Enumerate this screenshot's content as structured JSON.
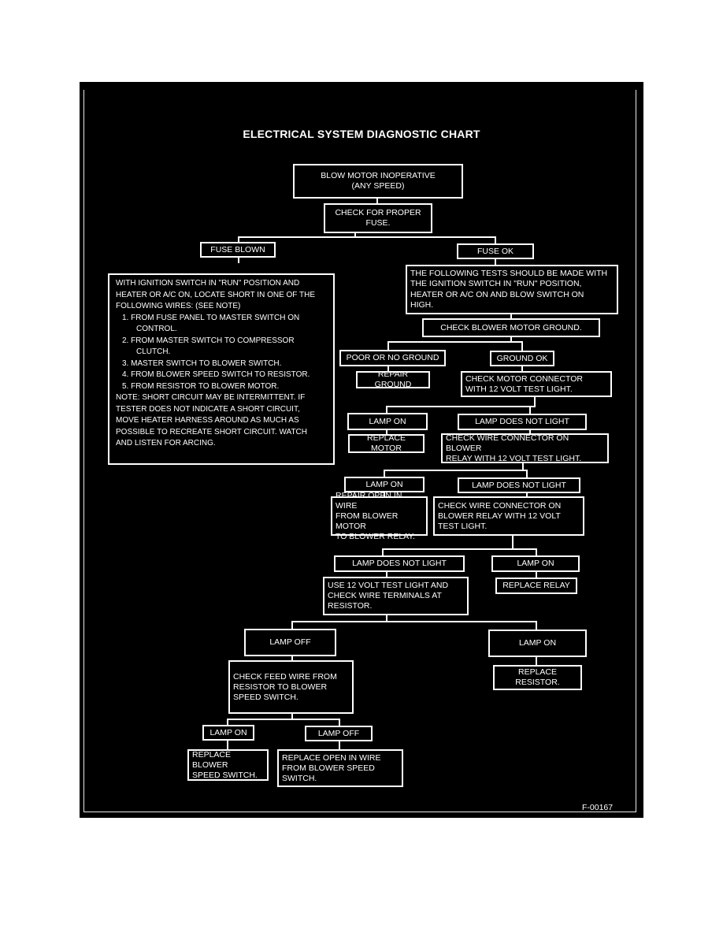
{
  "chart": {
    "title": "ELECTRICAL SYSTEM DIAGNOSTIC CHART",
    "figure_id": "F-00167"
  },
  "nodes": {
    "start": "BLOW MOTOR INOPERATIVE\n(ANY SPEED)",
    "check_fuse": "CHECK FOR PROPER\nFUSE.",
    "fuse_blown": "FUSE BLOWN",
    "fuse_ok": "FUSE OK",
    "short_circuit": {
      "intro": [
        "WITH IGNITION SWITCH IN \"RUN\" POSITION AND",
        "HEATER OR A/C ON, LOCATE SHORT IN ONE OF THE",
        "FOLLOWING WIRES: (SEE NOTE)"
      ],
      "items": [
        {
          "num": "1.",
          "text": "FROM FUSE PANEL TO MASTER SWITCH ON",
          "cont": "CONTROL."
        },
        {
          "num": "2.",
          "text": "FROM MASTER SWITCH TO COMPRESSOR",
          "cont": "CLUTCH."
        },
        {
          "num": "3.",
          "text": "MASTER SWITCH TO BLOWER SWITCH.",
          "cont": ""
        },
        {
          "num": "4.",
          "text": "FROM BLOWER SPEED SWITCH TO RESISTOR.",
          "cont": ""
        },
        {
          "num": "5.",
          "text": "FROM RESISTOR TO BLOWER MOTOR.",
          "cont": ""
        }
      ],
      "note": [
        "NOTE: SHORT CIRCUIT MAY BE INTERMITTENT. IF",
        "TESTER DOES NOT INDICATE A SHORT CIRCUIT,",
        "MOVE HEATER HARNESS AROUND AS MUCH AS",
        "POSSIBLE TO RECREATE SHORT CIRCUIT. WATCH",
        "AND LISTEN FOR ARCING."
      ]
    },
    "following_tests": "THE FOLLOWING TESTS SHOULD BE MADE WITH\nTHE IGNITION SWITCH IN \"RUN\" POSITION,\nHEATER OR A/C ON AND BLOW SWITCH ON\nHIGH.",
    "check_ground": "CHECK BLOWER MOTOR GROUND.",
    "poor_ground": "POOR OR NO GROUND",
    "ground_ok": "GROUND OK",
    "repair_ground": "REPAIR GROUND",
    "check_motor_connector": "CHECK MOTOR CONNECTOR\nWITH 12 VOLT TEST LIGHT.",
    "lamp_on_1": "LAMP ON",
    "lamp_not_light_1": "LAMP DOES NOT LIGHT",
    "replace_motor": "REPLACE MOTOR",
    "check_relay_connector": "CHECK WIRE CONNECTOR ON BLOWER\nRELAY WITH 12 VOLT TEST LIGHT.",
    "lamp_on_2": "LAMP ON",
    "lamp_not_light_2": "LAMP DOES NOT LIGHT",
    "repair_open_relay": "REPAIR OPEN IN WIRE\nFROM BLOWER MOTOR\nTO BLOWER RELAY.",
    "check_relay_connector_2": "CHECK WIRE CONNECTOR ON\nBLOWER RELAY WITH 12 VOLT\nTEST LIGHT.",
    "lamp_not_light_3": "LAMP DOES NOT LIGHT",
    "lamp_on_3": "LAMP ON",
    "use_test_light": "USE 12 VOLT TEST LIGHT AND\nCHECK WIRE TERMINALS AT\nRESISTOR.",
    "replace_relay": "REPLACE RELAY",
    "lamp_off_4": "LAMP OFF",
    "lamp_on_4": "LAMP ON",
    "check_feed_wire": "CHECK FEED WIRE FROM\nRESISTOR TO BLOWER\nSPEED SWITCH.",
    "replace_resistor": "REPLACE RESISTOR.",
    "lamp_on_5": "LAMP ON",
    "lamp_off_5": "LAMP OFF",
    "replace_speed_switch": "REPLACE BLOWER\nSPEED SWITCH.",
    "replace_open_speed": "REPLACE OPEN IN WIRE\nFROM BLOWER SPEED\nSWITCH."
  }
}
